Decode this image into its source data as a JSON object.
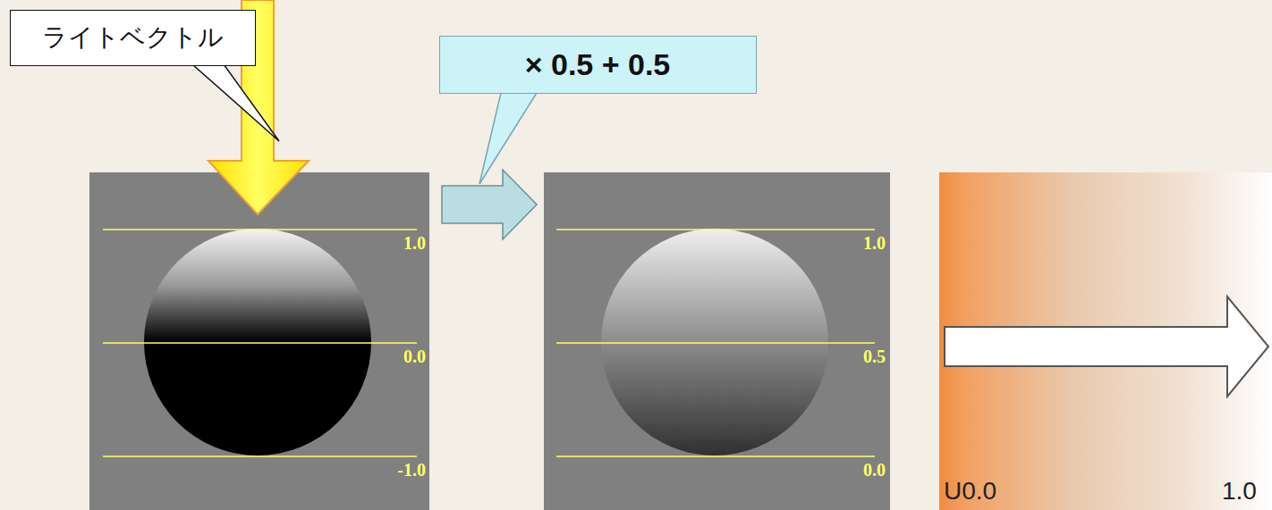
{
  "diagram": {
    "nodes": [
      {
        "text": [
          "ライトベクトル"
        ]
      },
      {
        "text": [
          "× 0.5 + 0.5"
        ]
      }
    ],
    "labels": [
      "1.0",
      "0.0",
      "-1.0",
      "1.0",
      "0.5",
      "0.0",
      "U0.0",
      "1.0"
    ]
  }
}
